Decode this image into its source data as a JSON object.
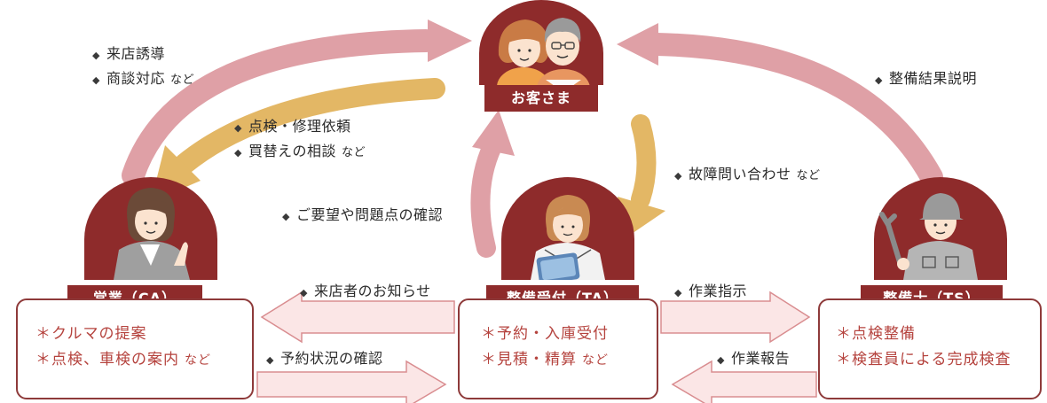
{
  "colors": {
    "maroon": "#8e2b2b",
    "pink_arrow": "#dfa0a6",
    "gold_arrow": "#e3b765",
    "panel_text": "#b5433e"
  },
  "nodes": {
    "customer": {
      "label": "お客さま",
      "icon": "couple-icon"
    },
    "ca": {
      "label": "営業（CA）",
      "icon": "saleswoman-icon",
      "items": [
        {
          "text": "＊クルマの提案",
          "suffix": ""
        },
        {
          "text": "＊点検、車検の案内",
          "suffix": "など"
        }
      ]
    },
    "ta": {
      "label": "整備受付（TA）",
      "icon": "receptionist-icon",
      "items": [
        {
          "text": "＊予約・入庫受付",
          "suffix": ""
        },
        {
          "text": "＊見積・精算",
          "suffix": "など"
        }
      ]
    },
    "ts": {
      "label": "整備士（TS）",
      "icon": "mechanic-icon",
      "items": [
        {
          "text": "＊点検整備",
          "suffix": ""
        },
        {
          "text": "＊検査員による完成検査",
          "suffix": ""
        }
      ]
    }
  },
  "annotations": {
    "ca_to_customer_1": {
      "text": "来店誘導",
      "suffix": ""
    },
    "ca_to_customer_2": {
      "text": "商談対応",
      "suffix": "など"
    },
    "customer_to_ca_1": {
      "text": "点検・修理依頼",
      "suffix": ""
    },
    "customer_to_ca_2": {
      "text": "買替えの相談",
      "suffix": "など"
    },
    "ts_to_customer": {
      "text": "整備結果説明",
      "suffix": ""
    },
    "customer_to_ta": {
      "text": "故障問い合わせ",
      "suffix": "など"
    },
    "ta_to_customer": {
      "text": "ご要望や問題点の確認",
      "suffix": ""
    },
    "ta_to_ca": {
      "text": "来店者のお知らせ",
      "suffix": ""
    },
    "ca_to_ta": {
      "text": "予約状況の確認",
      "suffix": ""
    },
    "ta_to_ts": {
      "text": "作業指示",
      "suffix": ""
    },
    "ts_to_ta": {
      "text": "作業報告",
      "suffix": ""
    }
  },
  "bullet": "◆"
}
